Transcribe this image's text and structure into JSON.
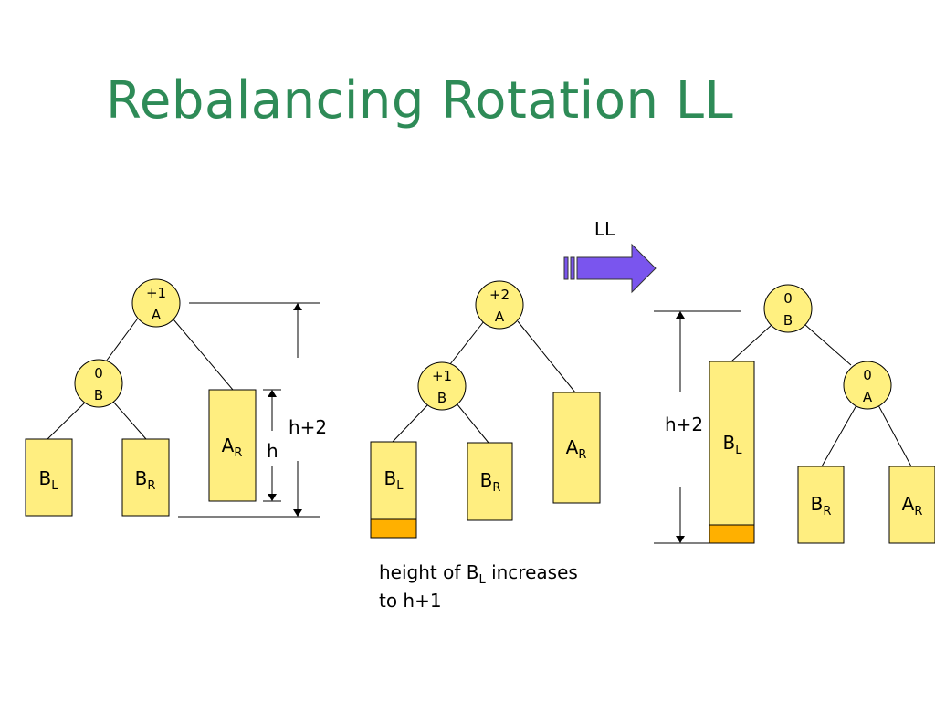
{
  "slide": {
    "title": "Rebalancing Rotation LL",
    "title_color": "#2e8b57"
  },
  "colors": {
    "node_fill": "#fff080",
    "box_fill": "#ffee80",
    "highlight_fill": "#ffb000",
    "arrow_fill": "#7a55ee"
  },
  "diagram1": {
    "node_a": {
      "balance": "+1",
      "name": "A"
    },
    "node_b": {
      "balance": "0",
      "name": "B"
    },
    "box_bl": {
      "main": "B",
      "sub": "L"
    },
    "box_br": {
      "main": "B",
      "sub": "R"
    },
    "box_ar": {
      "main": "A",
      "sub": "R"
    },
    "label_outer": "h+2",
    "label_inner": "h"
  },
  "diagram2": {
    "node_a": {
      "balance": "+2",
      "name": "A"
    },
    "node_b": {
      "balance": "+1",
      "name": "B"
    },
    "box_bl": {
      "main": "B",
      "sub": "L"
    },
    "box_br": {
      "main": "B",
      "sub": "R"
    },
    "box_ar": {
      "main": "A",
      "sub": "R"
    },
    "caption": {
      "line1_before": "height of B",
      "line1_sub": "L",
      "line1_after": " increases",
      "line2": "to h+1"
    }
  },
  "rotation": {
    "label": "LL",
    "arrow_icon": "right-arrow-icon"
  },
  "diagram3": {
    "node_b": {
      "balance": "0",
      "name": "B"
    },
    "node_a": {
      "balance": "0",
      "name": "A"
    },
    "box_bl": {
      "main": "B",
      "sub": "L"
    },
    "box_br": {
      "main": "B",
      "sub": "R"
    },
    "box_ar": {
      "main": "A",
      "sub": "R"
    },
    "label_height": "h+2"
  }
}
